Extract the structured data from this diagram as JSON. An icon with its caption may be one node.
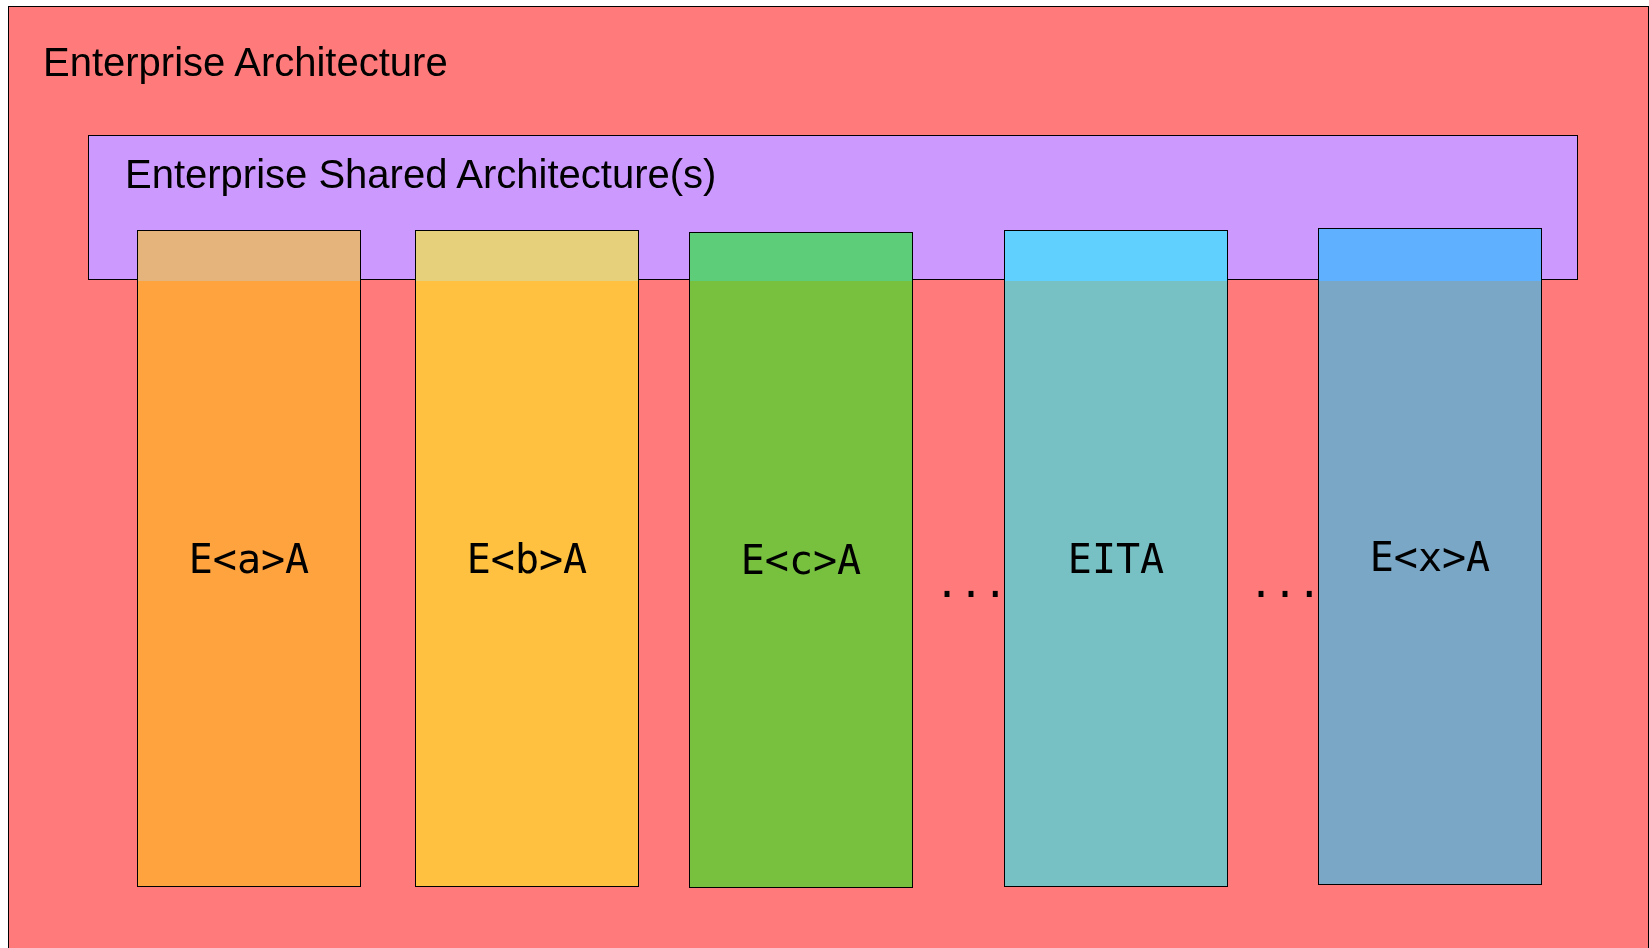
{
  "diagram": {
    "nodes": [
      {
        "text": [
          "Enterprise Architecture"
        ]
      },
      {
        "text": [
          "Enterprise Shared Architecture(s)"
        ],
        "in": 0
      },
      {
        "text": [
          "E<a>A"
        ],
        "in": 0
      },
      {
        "text": [
          "E<b>A"
        ],
        "in": 0
      },
      {
        "text": [
          "E<c>A"
        ],
        "in": 0
      },
      {
        "text": [
          "EITA"
        ],
        "in": 0
      },
      {
        "text": [
          "E<x>A"
        ],
        "in": 0
      }
    ],
    "edges": [],
    "labels": [
      "...",
      "..."
    ]
  }
}
